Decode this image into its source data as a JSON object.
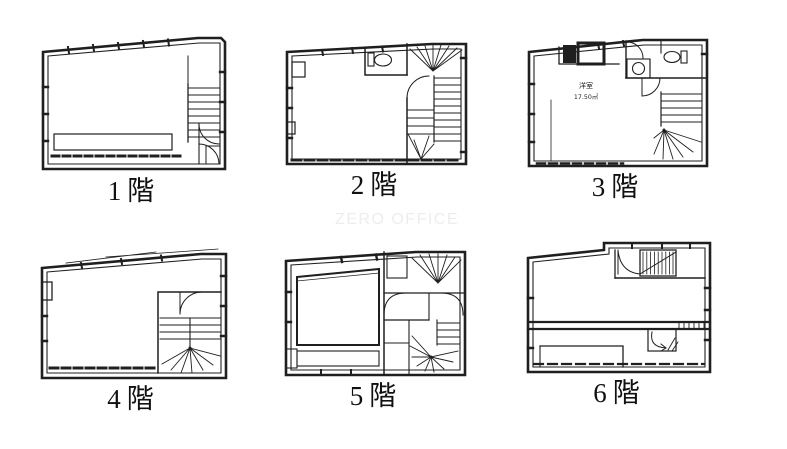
{
  "watermark": {
    "text": "ZERO OFFICE",
    "color": "#ededed"
  },
  "colors": {
    "line": "#1f1f1f",
    "background": "#ffffff",
    "label": "#111111"
  },
  "floors": [
    {
      "id": 1,
      "label": "1階",
      "features": [
        "straight-staircase",
        "entry-doors",
        "counter",
        "shopfront-dashed-wall"
      ]
    },
    {
      "id": 2,
      "label": "2階",
      "features": [
        "toilet",
        "switchback-staircase",
        "door-arc",
        "shopfront-dashed-wall"
      ]
    },
    {
      "id": 3,
      "label": "3階",
      "room": {
        "name": "洋室",
        "area": "17.50㎡"
      },
      "features": [
        "elevator-shaft",
        "duct-box",
        "sink",
        "toilet",
        "spiral-staircase",
        "door-arcs"
      ]
    },
    {
      "id": 4,
      "label": "4階",
      "features": [
        "open-room",
        "spiral-staircase",
        "door-arc",
        "balcony-lines"
      ]
    },
    {
      "id": 5,
      "label": "5階",
      "features": [
        "inner-room",
        "two-door-arcs",
        "upper-stair-fan",
        "spiral-staircase",
        "corridor"
      ]
    },
    {
      "id": 6,
      "label": "6階",
      "features": [
        "upper-staircase",
        "door-arc",
        "mid-wall-band",
        "down-stair",
        "lower-room",
        "dashed-wall"
      ]
    }
  ]
}
